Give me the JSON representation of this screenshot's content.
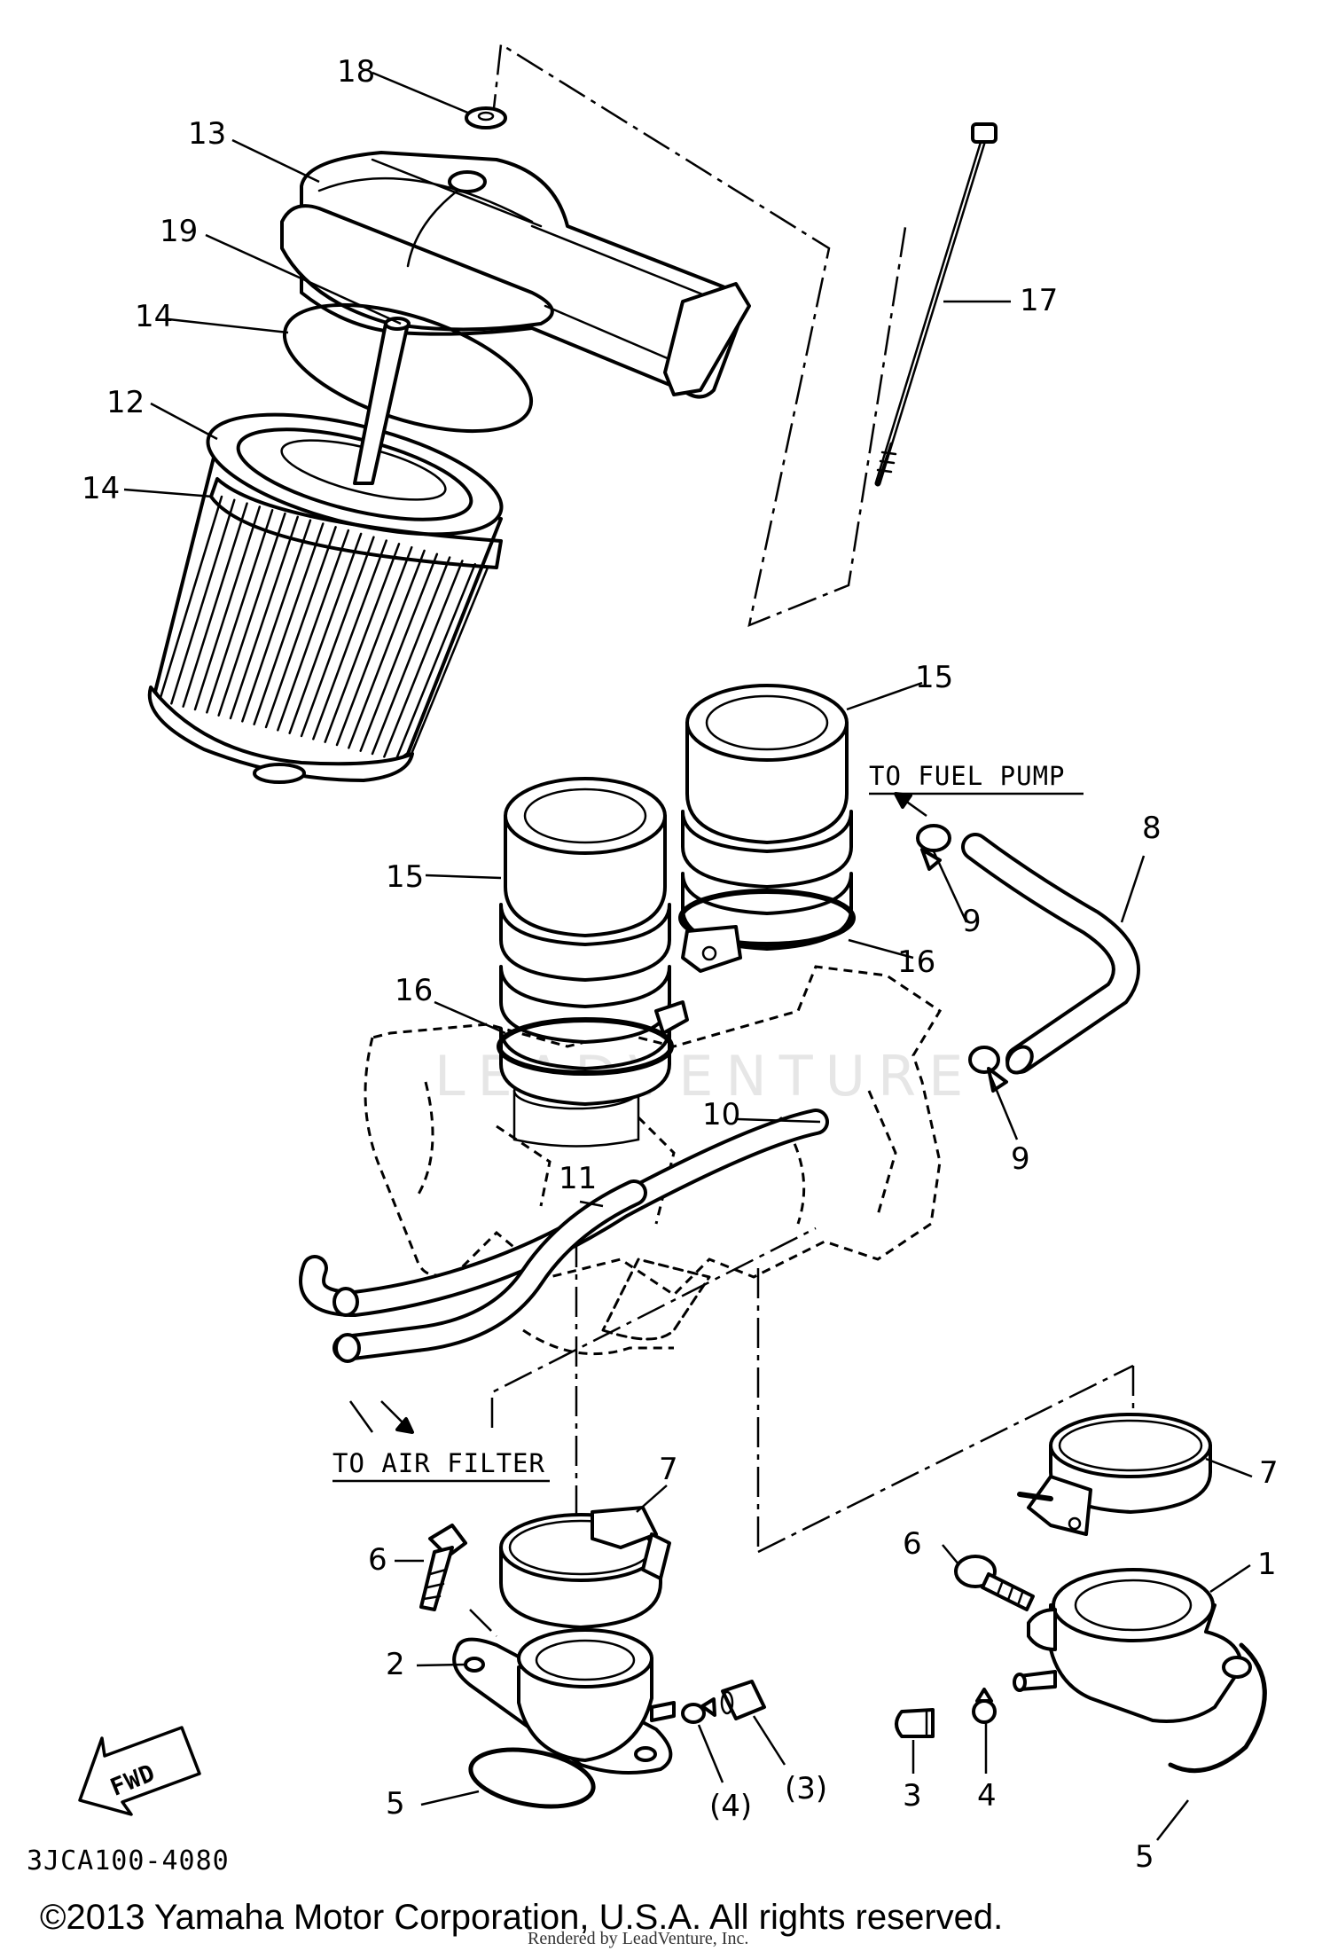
{
  "diagram": {
    "callouts": [
      {
        "id": "c18",
        "text": "18"
      },
      {
        "id": "c13",
        "text": "13"
      },
      {
        "id": "c19",
        "text": "19"
      },
      {
        "id": "c14a",
        "text": "14"
      },
      {
        "id": "c12",
        "text": "12"
      },
      {
        "id": "c14b",
        "text": "14"
      },
      {
        "id": "c17",
        "text": "17"
      },
      {
        "id": "c15a",
        "text": "15"
      },
      {
        "id": "c15b",
        "text": "15"
      },
      {
        "id": "c8",
        "text": "8"
      },
      {
        "id": "c9a",
        "text": "9"
      },
      {
        "id": "c16a",
        "text": "16"
      },
      {
        "id": "c16b",
        "text": "16"
      },
      {
        "id": "c10",
        "text": "10"
      },
      {
        "id": "c9b",
        "text": "9"
      },
      {
        "id": "c11",
        "text": "11"
      },
      {
        "id": "c7a",
        "text": "7"
      },
      {
        "id": "c7b",
        "text": "7"
      },
      {
        "id": "c6a",
        "text": "6"
      },
      {
        "id": "c6b",
        "text": "6"
      },
      {
        "id": "c1",
        "text": "1"
      },
      {
        "id": "c2",
        "text": "2"
      },
      {
        "id": "c3a",
        "text": "(3)"
      },
      {
        "id": "c4a",
        "text": "(4)"
      },
      {
        "id": "c3b",
        "text": "3"
      },
      {
        "id": "c4b",
        "text": "4"
      },
      {
        "id": "c5a",
        "text": "5"
      },
      {
        "id": "c5b",
        "text": "5"
      }
    ],
    "notes": {
      "to_fuel_pump": "TO FUEL PUMP",
      "to_air_filter": "TO AIR FILTER",
      "fwd": "FWD"
    },
    "diagram_code": "3JCA100-4080",
    "watermark": "LEADVENTURE",
    "copyright": "©2013 Yamaha Motor Corporation, U.S.A. All rights reserved.",
    "rendered_by": "Rendered by LeadVenture, Inc."
  }
}
